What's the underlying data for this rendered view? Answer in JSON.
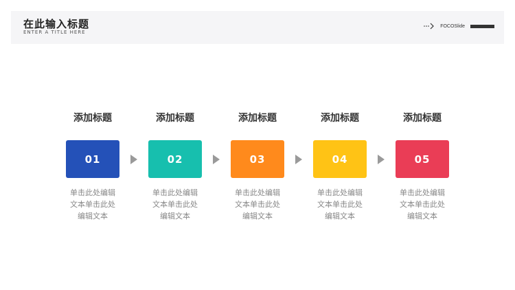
{
  "header": {
    "title": "在此输入标题",
    "subtitle": "ENTER A TITLE HERE",
    "brand": "FOCOSlide"
  },
  "steps": [
    {
      "title": "添加标题",
      "number": "01",
      "color": "#2451b8",
      "desc": "单击此处编辑\n文本单击此处\n编辑文本"
    },
    {
      "title": "添加标题",
      "number": "02",
      "color": "#17bfae",
      "desc": "单击此处编辑\n文本单击此处\n编辑文本"
    },
    {
      "title": "添加标题",
      "number": "03",
      "color": "#ff8a1c",
      "desc": "单击此处编辑\n文本单击此处\n编辑文本"
    },
    {
      "title": "添加标题",
      "number": "04",
      "color": "#ffc315",
      "desc": "单击此处编辑\n文本单击此处\n编辑文本"
    },
    {
      "title": "添加标题",
      "number": "05",
      "color": "#ea3d56",
      "desc": "单击此处编辑\n文本单击此处\n编辑文本"
    }
  ],
  "arrow_icon": "triangle-right-icon"
}
